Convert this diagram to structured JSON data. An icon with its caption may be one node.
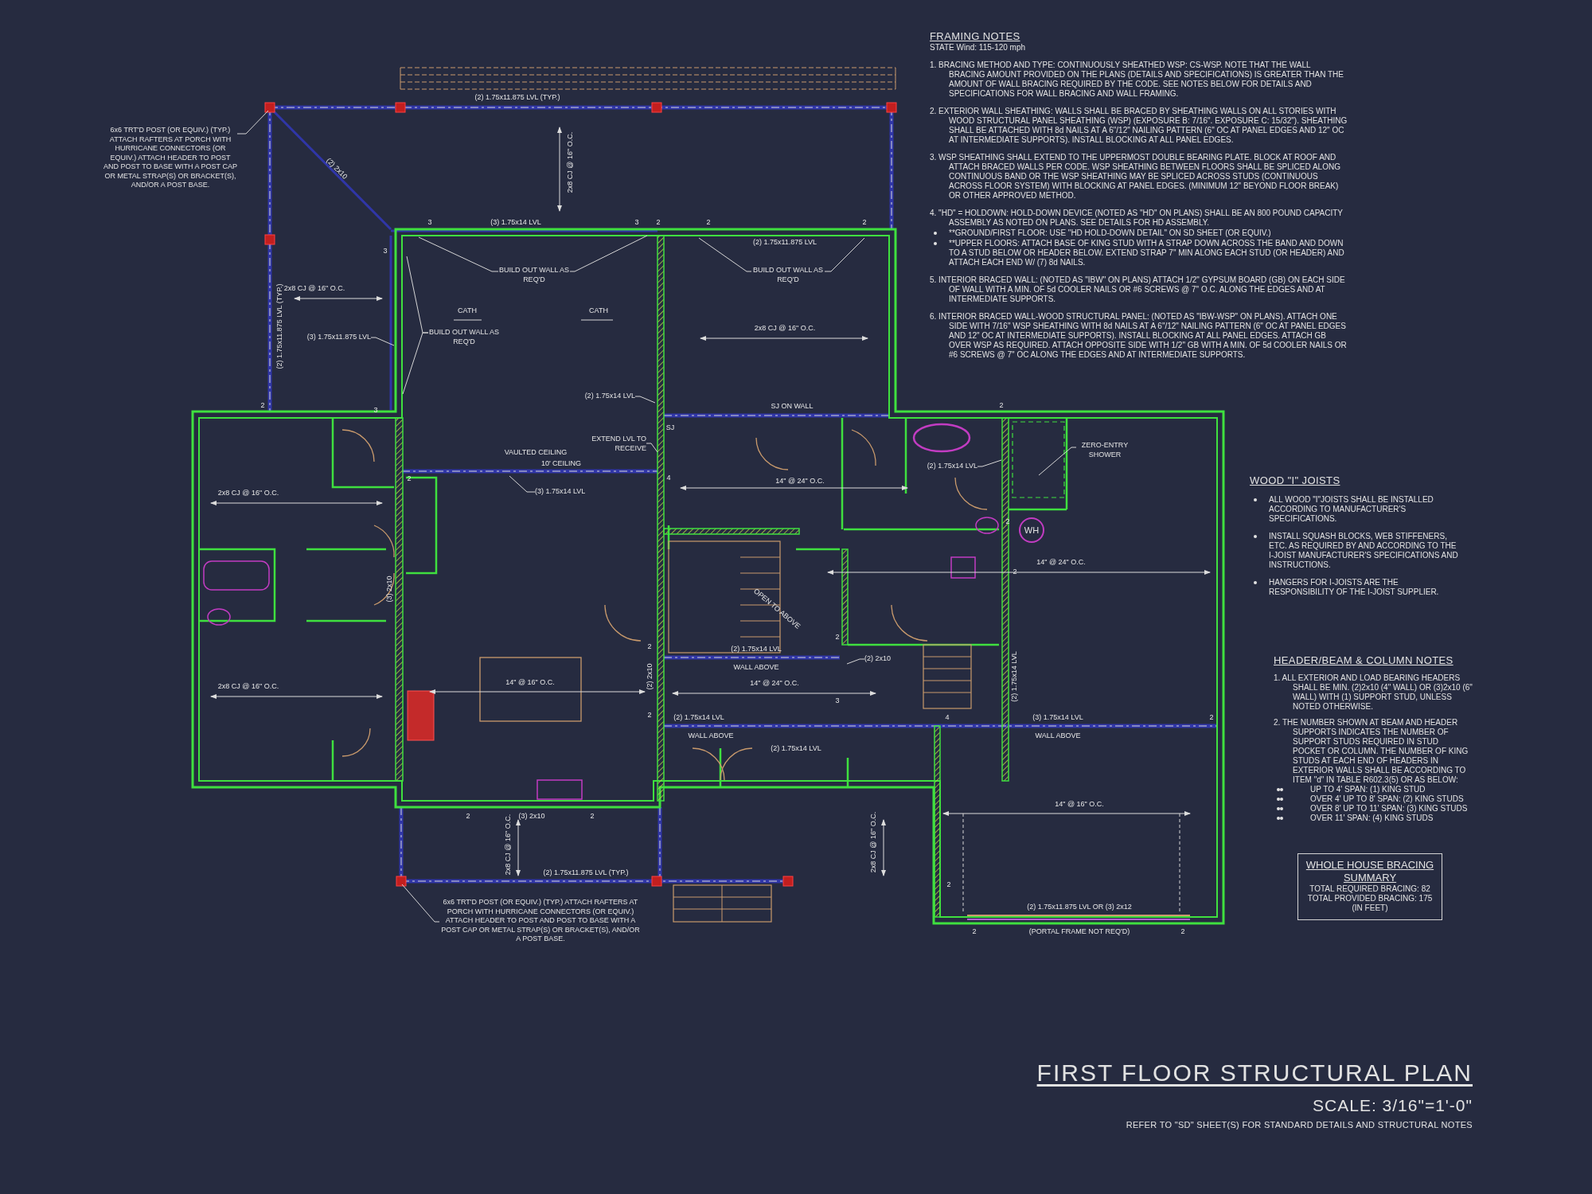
{
  "diagram": {
    "title": "FIRST FLOOR STRUCTURAL PLAN",
    "nodes": [
      {
        "text": [
          "6x6 TRT'D POST (OR EQUIV.) (TYP.) ATTACH RAFTERS AT PORCH WITH HURRICANE CONNECTORS (OR EQUIV.) ATTACH HEADER TO POST AND POST TO BASE WITH A POST CAP OR METAL STRAP(S) OR BRACKET(S), AND/OR A POST BASE."
        ]
      },
      {
        "text": [
          "BUILD OUT WALL AS REQ'D"
        ]
      },
      {
        "text": [
          "BUILD OUT WALL AS REQ'D"
        ]
      },
      {
        "text": [
          "BUILD OUT WALL AS REQ'D"
        ]
      },
      {
        "text": [
          "(3) 1.75x11.875 LVL"
        ]
      },
      {
        "text": [
          "(2) 1.75x14 LVL"
        ]
      },
      {
        "text": [
          "EXTEND LVL TO RECEIVE"
        ]
      },
      {
        "text": [
          "(3) 1.75x14 LVL"
        ]
      },
      {
        "text": [
          "(2) 1.75x14 LVL"
        ]
      },
      {
        "text": [
          "ZERO-ENTRY SHOWER"
        ]
      },
      {
        "text": [
          "(2) 2x10"
        ]
      },
      {
        "text": [
          "6x6 TRT'D POST (OR EQUIV.) (TYP.) ATTACH RAFTERS AT PORCH WITH HURRICANE CONNECTORS (OR EQUIV.) ATTACH HEADER TO POST AND POST TO BASE WITH A POST CAP OR METAL STRAP(S) OR BRACKET(S), AND/OR A POST BASE."
        ]
      },
      {
        "text": [
          "WH"
        ]
      },
      {
        "text": [
          "WHOLE HOUSE BRACING SUMMARY",
          "TOTAL REQUIRED BRACING: 82",
          "TOTAL PROVIDED BRACING: 175",
          "(IN FEET)"
        ]
      }
    ],
    "edges": [
      {
        "from": 0,
        "to": null,
        "arrow": "none"
      },
      {
        "from": 1,
        "to": null,
        "arrow": "none"
      },
      {
        "from": 1,
        "to": null,
        "arrow": "none"
      },
      {
        "from": 2,
        "to": null,
        "arrow": "none"
      },
      {
        "from": 2,
        "to": null,
        "arrow": "none"
      },
      {
        "from": 3,
        "to": null,
        "arrow": "none"
      },
      {
        "from": 3,
        "to": null,
        "arrow": "none"
      },
      {
        "from": 4,
        "to": null,
        "arrow": "none"
      },
      {
        "from": 5,
        "to": null,
        "arrow": "none"
      },
      {
        "from": 6,
        "to": null,
        "arrow": "none"
      },
      {
        "from": 7,
        "to": null,
        "arrow": "none"
      },
      {
        "from": 8,
        "to": null,
        "arrow": "none"
      },
      {
        "from": 9,
        "to": null,
        "arrow": "none"
      },
      {
        "from": 10,
        "to": null,
        "arrow": "none"
      },
      {
        "from": 11,
        "to": null,
        "arrow": "none"
      }
    ],
    "labels": [
      "(2) 1.75x11.875 LVL (TYP.)",
      "(2) 2x10",
      "2x8 CJ @ 16\" O.C.",
      "3",
      "(3) 1.75x14 LVL",
      "3",
      "2",
      "2",
      "2",
      "3",
      "(2) 1.75x11.875 LVL",
      "2x8 CJ @ 16\" O.C.",
      "CATH",
      "CATH",
      "(2) 1.75x11.875 LVL (TYP.)",
      "2x8 CJ @ 16\" O.C.",
      "2",
      "3",
      "SJ ON WALL",
      "2",
      "SJ",
      "VAULTED CEILING",
      "10' CEILING",
      "2",
      "4",
      "14\" @ 24\" O.C.",
      "2x8 CJ @ 16\" O.C.",
      "2",
      "14\" @ 24\" O.C.",
      "2",
      "(3) 2x10",
      "OPEN TO ABOVE",
      "2",
      "2",
      "(2) 1.75x14 LVL",
      "WALL ABOVE",
      "2x8 CJ @ 16\" O.C.",
      "14\" @ 16\" O.C.",
      "(2) 2x10",
      "14\" @ 24\" O.C.",
      "(2) 1.75x14 LVL",
      "3",
      "2",
      "(2) 1.75x14 LVL",
      "4",
      "(3) 1.75x14 LVL",
      "2",
      "WALL ABOVE",
      "WALL ABOVE",
      "(2) 1.75x14 LVL",
      "14\" @ 16\" O.C.",
      "2",
      "(3) 2x10",
      "2",
      "2x8 CJ @ 16\" O.C.",
      "2x8 CJ @ 16\" O.C.",
      "(2) 1.75x11.875 LVL (TYP.)",
      "2",
      "(2) 1.75x11.875 LVL OR (3) 2x12",
      "2",
      "(PORTAL FRAME NOT REQ'D)",
      "2",
      "FRAMING NOTES",
      "STATE Wind: 115-120 mph",
      "1. BRACING METHOD AND TYPE: CONTINUOUSLY SHEATHED WSP: CS-WSP. NOTE THAT THE WALL BRACING AMOUNT PROVIDED ON THE PLANS (DETAILS AND SPECIFICATIONS) IS GREATER THAN THE AMOUNT OF WALL BRACING REQUIRED BY THE CODE. SEE NOTES BELOW FOR DETAILS AND SPECIFICATIONS FOR WALL BRACING AND WALL FRAMING.",
      "2. EXTERIOR WALL SHEATHING: WALLS SHALL BE BRACED BY SHEATHING WALLS ON ALL STORIES WITH WOOD STRUCTURAL PANEL SHEATHING (WSP) (EXPOSURE B: 7/16\". EXPOSURE C: 15/32\"). SHEATHING SHALL BE ATTACHED WITH 8d NAILS AT A 6\"/12\" NAILING PATTERN (6\" OC AT PANEL EDGES AND 12\" OC AT INTERMEDIATE SUPPORTS). INSTALL BLOCKING AT ALL PANEL EDGES.",
      "3. WSP SHEATHING SHALL EXTEND TO THE UPPERMOST DOUBLE BEARING PLATE. BLOCK AT ROOF AND ATTACH BRACED WALLS PER CODE. WSP SHEATHING BETWEEN FLOORS SHALL BE SPLICED ALONG CONTINUOUS BAND OR THE WSP SHEATHING MAY BE SPLICED ACROSS STUDS (CONTINUOUS ACROSS FLOOR SYSTEM) WITH BLOCKING AT PANEL EDGES. (MINIMUM 12\" BEYOND FLOOR BREAK) OR OTHER APPROVED METHOD.",
      "4. \"HD\" = HOLDOWN: HOLD-DOWN DEVICE (NOTED AS \"HD\" ON PLANS) SHALL BE AN 800 POUND CAPACITY ASSEMBLY AS NOTED ON PLANS. SEE DETAILS FOR HD ASSEMBLY.",
      "**GROUND/FIRST FLOOR: USE \"HD HOLD-DOWN DETAIL\" ON SD SHEET (OR EQUIV.)",
      "**UPPER FLOORS: ATTACH BASE OF KING STUD WITH A STRAP DOWN ACROSS THE BAND AND DOWN TO A STUD BELOW OR HEADER BELOW. EXTEND STRAP 7\" MIN ALONG EACH STUD (OR HEADER) AND ATTACH EACH END W/ (7) 8d NAILS.",
      "5. INTERIOR BRACED WALL: (NOTED AS \"IBW\" ON PLANS) ATTACH 1/2\" GYPSUM BOARD (GB) ON EACH SIDE OF WALL WITH A MIN. OF 5d COOLER NAILS OR #6 SCREWS @ 7\" O.C. ALONG THE EDGES AND AT INTERMEDIATE SUPPORTS.",
      "6. INTERIOR BRACED WALL-WOOD STRUCTURAL PANEL: (NOTED AS \"IBW-WSP\" ON PLANS). ATTACH ONE SIDE WITH 7/16\" WSP SHEATHING WITH 8d NAILS AT A 6\"/12\" NAILING PATTERN (6\" OC AT PANEL EDGES AND 12\" OC AT INTERMEDIATE SUPPORTS). INSTALL BLOCKING AT ALL PANEL EDGES. ATTACH GB OVER WSP AS REQUIRED. ATTACH OPPOSITE SIDE WITH 1/2\" GB WITH A MIN. OF 5d COOLER NAILS OR #6 SCREWS @ 7\" OC ALONG THE EDGES AND AT INTERMEDIATE SUPPORTS.",
      "WOOD \"I\" JOISTS",
      "ALL WOOD \"I\"JOISTS SHALL BE INSTALLED ACCORDING TO MANUFACTURER'S SPECIFICATIONS.",
      "INSTALL SQUASH BLOCKS, WEB STIFFENERS, ETC. AS REQUIRED BY AND ACCORDING TO THE I-JOIST MANUFACTURER'S SPECIFICATIONS AND INSTRUCTIONS.",
      "HANGERS FOR I-JOISTS ARE THE RESPONSIBILITY OF THE I-JOIST SUPPLIER.",
      "HEADER/BEAM & COLUMN NOTES",
      "1. ALL EXTERIOR AND LOAD BEARING HEADERS SHALL BE MIN. (2)2x10 (4\" WALL) OR (3)2x10 (6\" WALL) WITH (1) SUPPORT STUD, UNLESS NOTED OTHERWISE.",
      "2. THE NUMBER SHOWN AT BEAM AND HEADER SUPPORTS INDICATES THE NUMBER OF SUPPORT STUDS REQUIRED IN STUD POCKET OR COLUMN. THE NUMBER OF KING STUDS AT EACH END OF HEADERS IN EXTERIOR WALLS SHALL BE ACCORDING TO ITEM \"d\" IN TABLE R602.3(5) OR AS BELOW:",
      "UP TO 4' SPAN: (1) KING STUD",
      "OVER 4' UP TO 8' SPAN: (2) KING STUDS",
      "OVER 8' UP TO 11' SPAN: (3) KING STUDS",
      "OVER 11' SPAN: (4) KING STUDS",
      "SCALE: 3/16\"=1'-0\"",
      "REFER TO \"SD\" SHEET(S) FOR STANDARD DETAILS AND STRUCTURAL NOTES"
    ]
  }
}
